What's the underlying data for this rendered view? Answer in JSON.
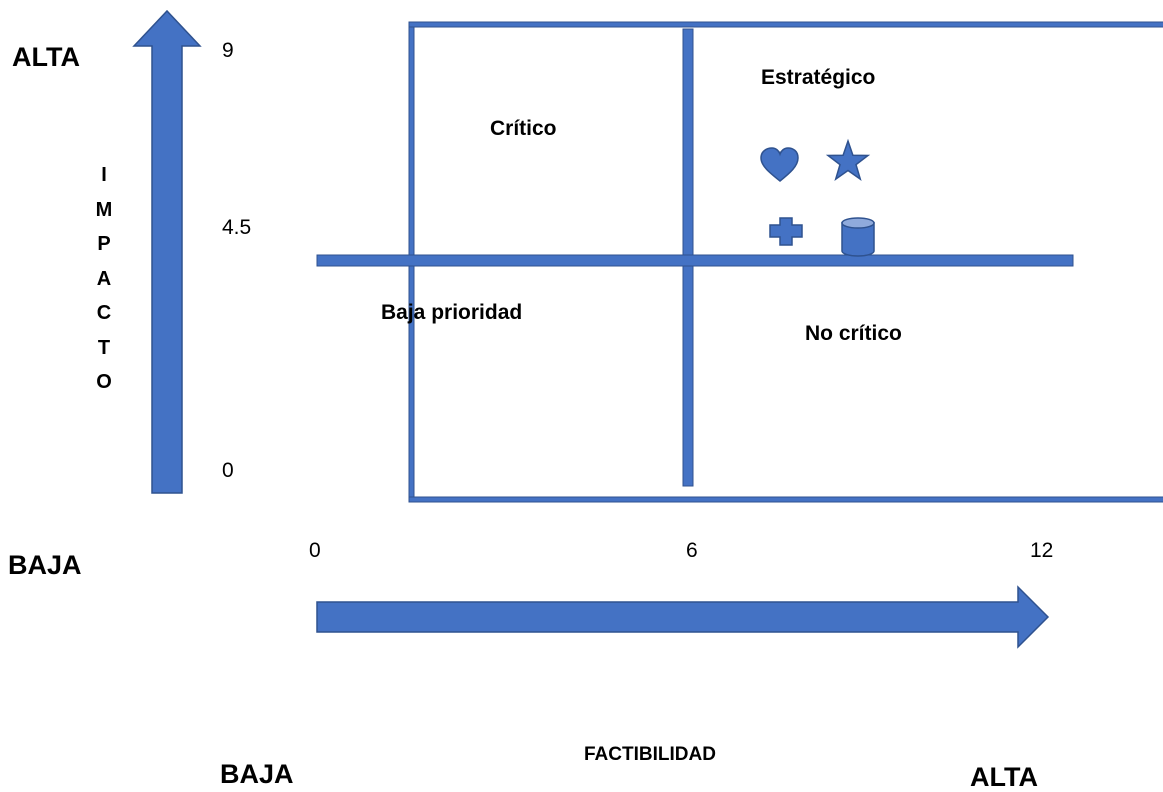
{
  "colors": {
    "primary": "#4472c4",
    "stroke": "#2f528f",
    "text": "#000000"
  },
  "y_axis": {
    "title_letters": [
      "I",
      "M",
      "P",
      "A",
      "C",
      "T",
      "O"
    ],
    "top_label": "ALTA",
    "bottom_label": "BAJA",
    "ticks": [
      "9",
      "4.5",
      "0"
    ]
  },
  "x_axis": {
    "title": "FACTIBILIDAD",
    "left_label": "BAJA",
    "right_label": "ALTA",
    "ticks": [
      "0",
      "6",
      "12"
    ]
  },
  "quadrants": {
    "top_left": "Crítico",
    "top_right": "Estratégico",
    "bottom_left": "Baja prioridad",
    "bottom_right": "No crítico"
  },
  "markers": [
    "heart-icon",
    "star-icon",
    "plus-icon",
    "cylinder-icon"
  ]
}
